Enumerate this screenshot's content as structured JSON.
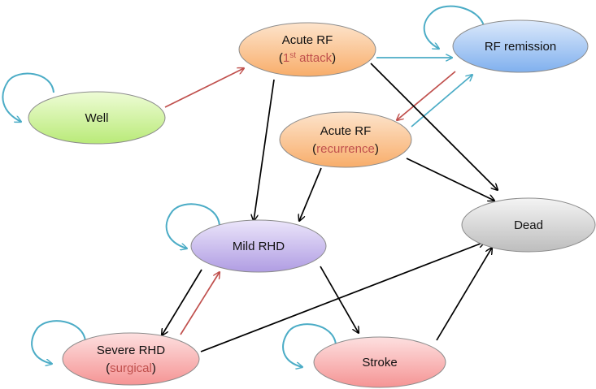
{
  "colors": {
    "self_loop": "#4bacc6",
    "red_arrow": "#c0504d",
    "black_arrow": "#000000",
    "node_outline": "#7f7f7f",
    "accent_text": "#c0504d"
  },
  "nodes": {
    "well": {
      "label": "Well",
      "fill": "#c8f08e"
    },
    "acute_rf_first": {
      "label": "Acute RF",
      "sub_prefix": "(",
      "sub_accent": "1",
      "sub_sup": "st",
      "sub_accent2": " attack",
      "sub_suffix": ")",
      "fill": "#fbc08c"
    },
    "rf_remission": {
      "label": "RF remission",
      "fill": "#9cc3f2"
    },
    "acute_rf_recurrence": {
      "label": "Acute RF",
      "sub_prefix": "(",
      "sub_accent": "recurrence",
      "sub_suffix": ")",
      "fill": "#fbc08c"
    },
    "dead": {
      "label": "Dead",
      "fill": "#cfcfcf"
    },
    "mild_rhd": {
      "label": "Mild RHD",
      "fill": "#c5b6ea"
    },
    "severe_rhd": {
      "label": "Severe RHD",
      "sub_prefix": "(",
      "sub_accent": "surgical",
      "sub_suffix": ")",
      "fill": "#f9aaaa"
    },
    "stroke": {
      "label": "Stroke",
      "fill": "#f9aaaa"
    }
  }
}
